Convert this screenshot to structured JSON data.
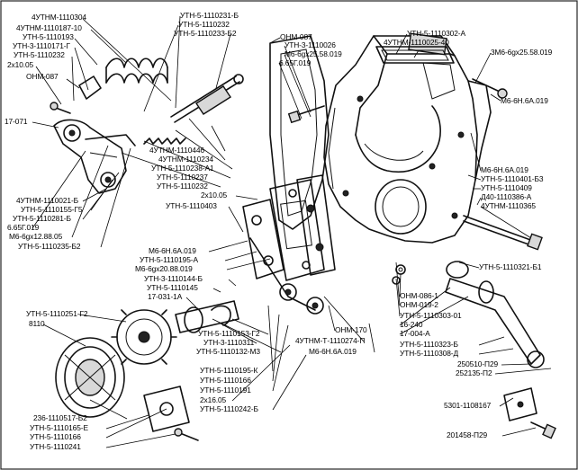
{
  "labels": [
    {
      "id": "l1",
      "text": "4УТНМ-1110304"
    },
    {
      "id": "l2",
      "text": "4УТНМ-1110187-10"
    },
    {
      "id": "l3",
      "text": "УТН-5-1110193"
    },
    {
      "id": "l4",
      "text": "УТН-3-1110171-Г"
    },
    {
      "id": "l5",
      "text": "УТН-5-1110232"
    },
    {
      "id": "l6",
      "text": "2х10.05"
    },
    {
      "id": "l7",
      "text": "ОНМ-087"
    },
    {
      "id": "l8",
      "text": "17-071"
    },
    {
      "id": "l9",
      "text": "УТН-5-1110231-Б"
    },
    {
      "id": "l10",
      "text": "УТН-5-1110232"
    },
    {
      "id": "l11",
      "text": "УТН-5-1110233-Б2"
    },
    {
      "id": "l12",
      "text": "ОНМ-087"
    },
    {
      "id": "l13",
      "text": "УТН-3-1110026"
    },
    {
      "id": "l14",
      "text": "М6-6gх25.58.019"
    },
    {
      "id": "l15",
      "text": "6.65Г.019"
    },
    {
      "id": "l16",
      "text": "УТН-5-1110302-А"
    },
    {
      "id": "l17",
      "text": "4УТНМ-1110025-40"
    },
    {
      "id": "l18",
      "text": "3М6-6gх25.58.019"
    },
    {
      "id": "l19",
      "text": "М6-6Н.6А.019"
    },
    {
      "id": "l20",
      "text": "4УТНМ-1110446"
    },
    {
      "id": "l21",
      "text": "4УТНМ-1110234"
    },
    {
      "id": "l22",
      "text": "УТН-5-1110238-А1"
    },
    {
      "id": "l23",
      "text": "УТН-5-1110237"
    },
    {
      "id": "l24",
      "text": "УТН-5-1110232"
    },
    {
      "id": "l25",
      "text": "2х10.05"
    },
    {
      "id": "l26",
      "text": "УТН-5-1110403"
    },
    {
      "id": "l27",
      "text": "4УТНМ-1110021-Б"
    },
    {
      "id": "l28",
      "text": "УТН-5-1110155-Г5"
    },
    {
      "id": "l29",
      "text": "УТН-5-1110281-Б"
    },
    {
      "id": "l30",
      "text": "6.65Г.019"
    },
    {
      "id": "l31",
      "text": "М6-6gх12.88.05"
    },
    {
      "id": "l32",
      "text": "УТН-5-1110235-Б2"
    },
    {
      "id": "l33",
      "text": "М6-6Н.6А.019"
    },
    {
      "id": "l34",
      "text": "УТН-5-1110401-Б3"
    },
    {
      "id": "l35",
      "text": "УТН-5-1110409"
    },
    {
      "id": "l36",
      "text": "Д40-1110386-А"
    },
    {
      "id": "l37",
      "text": "4УТНМ-1110365"
    },
    {
      "id": "l38",
      "text": "М6-6Н.6А.019"
    },
    {
      "id": "l39",
      "text": "УТН-5-1110195-А"
    },
    {
      "id": "l40",
      "text": "М6-6gх20.88.019"
    },
    {
      "id": "l41",
      "text": "УТН-3-1110144-Б"
    },
    {
      "id": "l42",
      "text": "УТН-5-1110145"
    },
    {
      "id": "l43",
      "text": "17-031-1А"
    },
    {
      "id": "l44",
      "text": "УТН-5-1110321-Б1"
    },
    {
      "id": "l45",
      "text": "ОНМ-086-1"
    },
    {
      "id": "l46",
      "text": "ОНМ-019-2"
    },
    {
      "id": "l47",
      "text": "УТН-5-1110303-01"
    },
    {
      "id": "l48",
      "text": "16-240"
    },
    {
      "id": "l49",
      "text": "17-004-А"
    },
    {
      "id": "l50",
      "text": "УТН-5-1110251-Г2"
    },
    {
      "id": "l51",
      "text": "8110"
    },
    {
      "id": "l52",
      "text": "УТН-5-1110153-Г2"
    },
    {
      "id": "l53",
      "text": "УТН-3-1110311"
    },
    {
      "id": "l54",
      "text": "УТН-5-1110132-М3"
    },
    {
      "id": "l55",
      "text": "ОНМ-170"
    },
    {
      "id": "l56",
      "text": "4УТНМ-Т-1110274-П"
    },
    {
      "id": "l57",
      "text": "М6-6Н.6А.019"
    },
    {
      "id": "l58",
      "text": "УТН-5-1110323-Б"
    },
    {
      "id": "l59",
      "text": "УТН-5-1110308-Д"
    },
    {
      "id": "l60",
      "text": "250510-П29"
    },
    {
      "id": "l61",
      "text": "252135-П2"
    },
    {
      "id": "l62",
      "text": "УТН-5-1110195-К"
    },
    {
      "id": "l63",
      "text": "УТН-5-1110166"
    },
    {
      "id": "l64",
      "text": "УТН-5-1110191"
    },
    {
      "id": "l65",
      "text": "2х16.05"
    },
    {
      "id": "l66",
      "text": "УТН-5-1110242-Б"
    },
    {
      "id": "l67",
      "text": "5301-1108167"
    },
    {
      "id": "l68",
      "text": "236-1110517-Б2"
    },
    {
      "id": "l69",
      "text": "УТН-5-1110165-Е"
    },
    {
      "id": "l70",
      "text": "УТН-5-1110166"
    },
    {
      "id": "l71",
      "text": "УТН-5-1110241"
    },
    {
      "id": "l72",
      "text": "201458-П29"
    }
  ]
}
